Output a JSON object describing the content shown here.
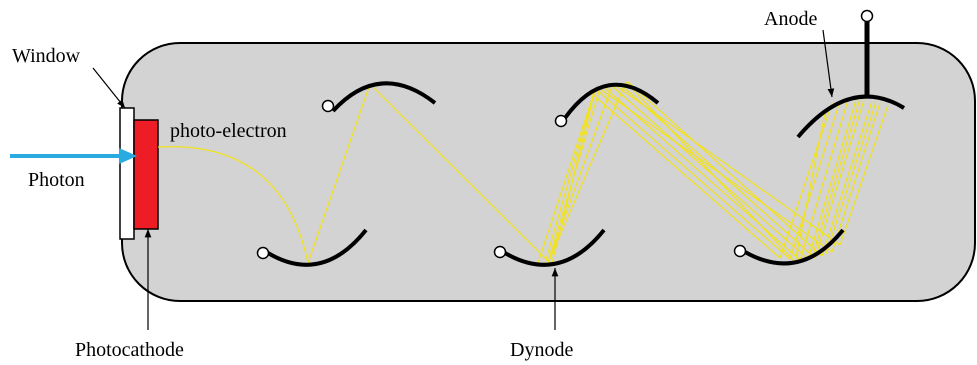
{
  "labels": {
    "window": "Window",
    "photon": "Photon",
    "photo_electron": "photo-electron",
    "photocathode": "Photocathode",
    "dynode": "Dynode",
    "anode": "Anode"
  },
  "colors": {
    "tube_fill": "#d3d3d3",
    "tube_stroke": "#000000",
    "window_fill": "#ffffff",
    "photocathode_fill": "#ee1c24",
    "photon_arrow": "#29abe2",
    "electron_path": "#f2e21b",
    "electrode": "#000000"
  },
  "icons": {
    "photon_arrow": "arrow-right-icon",
    "pin": "connector-pin-icon"
  }
}
